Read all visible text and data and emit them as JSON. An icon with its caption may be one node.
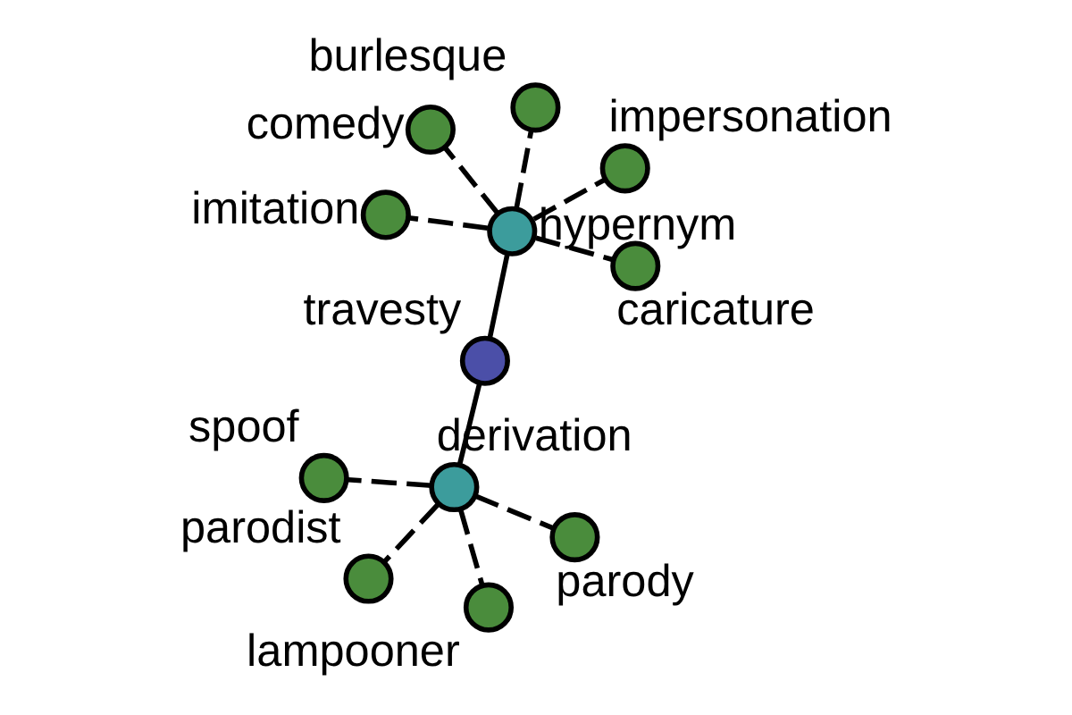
{
  "diagram": {
    "nodes": [
      {
        "text": [
          "travesty"
        ]
      },
      {
        "text": [
          "hypernym"
        ]
      },
      {
        "text": [
          "derivation"
        ]
      },
      {
        "text": [
          "burlesque"
        ]
      },
      {
        "text": [
          "impersonation"
        ]
      },
      {
        "text": [
          "comedy"
        ]
      },
      {
        "text": [
          "imitation"
        ]
      },
      {
        "text": [
          "caricature"
        ]
      },
      {
        "text": [
          "parodist"
        ]
      },
      {
        "text": [
          "lampooner"
        ]
      },
      {
        "text": [
          "parody"
        ]
      },
      {
        "text": [
          "spoof"
        ]
      }
    ],
    "edges": [
      {
        "from": 0,
        "to": 1,
        "arrow": "none"
      },
      {
        "from": 0,
        "to": 2,
        "arrow": "none"
      },
      {
        "from": 1,
        "to": 3,
        "arrow": "none",
        "style": "dashed"
      },
      {
        "from": 1,
        "to": 4,
        "arrow": "none",
        "style": "dashed"
      },
      {
        "from": 1,
        "to": 5,
        "arrow": "none",
        "style": "dashed"
      },
      {
        "from": 1,
        "to": 6,
        "arrow": "none",
        "style": "dashed"
      },
      {
        "from": 1,
        "to": 7,
        "arrow": "none",
        "style": "dashed"
      },
      {
        "from": 2,
        "to": 8,
        "arrow": "none",
        "style": "dashed"
      },
      {
        "from": 2,
        "to": 9,
        "arrow": "none",
        "style": "dashed"
      },
      {
        "from": 2,
        "to": 10,
        "arrow": "none",
        "style": "dashed"
      },
      {
        "from": 2,
        "to": 11,
        "arrow": "none",
        "style": "dashed"
      }
    ]
  }
}
